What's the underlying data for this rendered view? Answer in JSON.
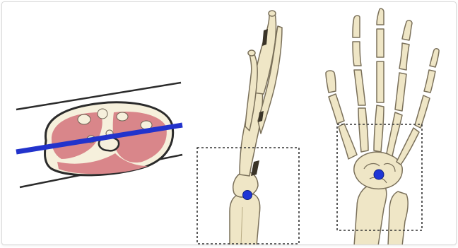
{
  "figure": {
    "panels": [
      "cross-section",
      "lateral-hand",
      "palmar-hand"
    ],
    "colors": {
      "bone": "#efe6c6",
      "bone_stroke": "#7a705a",
      "muscle": "#d9868a",
      "skin": "#f6f0dc",
      "outline": "#2b2b2b",
      "plane_line": "#2233cc",
      "marker": "#1f36d6",
      "bounding_box": "#333333"
    }
  }
}
